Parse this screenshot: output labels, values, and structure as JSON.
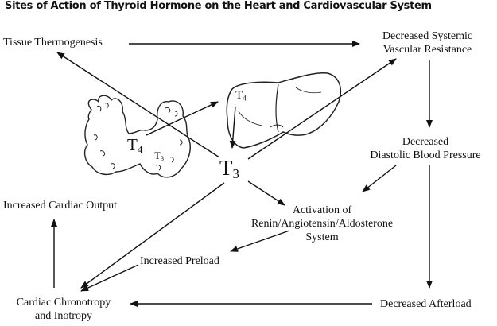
{
  "title": "Sites of Action of Thyroid Hormone on the Heart and Cardiovascular System",
  "labels": {
    "tissue_thermogenesis": "Tissue Thermogenesis",
    "decreased_svr": [
      "Decreased Systemic",
      "Vascular Resistance"
    ],
    "decreased_dbp": [
      "Decreased",
      "Diastolic Blood Pressure"
    ],
    "increased_cardiac_output": "Increased Cardiac Output",
    "raas": [
      "Activation of",
      "Renin/Angiotensin/Aldosterone",
      "System"
    ],
    "increased_preload": "Increased Preload",
    "cardiac_chronotropy": [
      "Cardiac Chronotropy",
      "and Inotropy"
    ],
    "decreased_afterload": "Decreased Afterload"
  },
  "hormones": {
    "t3_center": {
      "base": "T",
      "sub": "3"
    },
    "t4_thyroid": {
      "base": "T",
      "sub": "4"
    },
    "t3_thyroid": {
      "base": "T",
      "sub": "3"
    },
    "t4_liver": {
      "base": "T",
      "sub": "4"
    }
  },
  "illustrations": {
    "thyroid": "thyroid-gland",
    "liver": "liver"
  }
}
